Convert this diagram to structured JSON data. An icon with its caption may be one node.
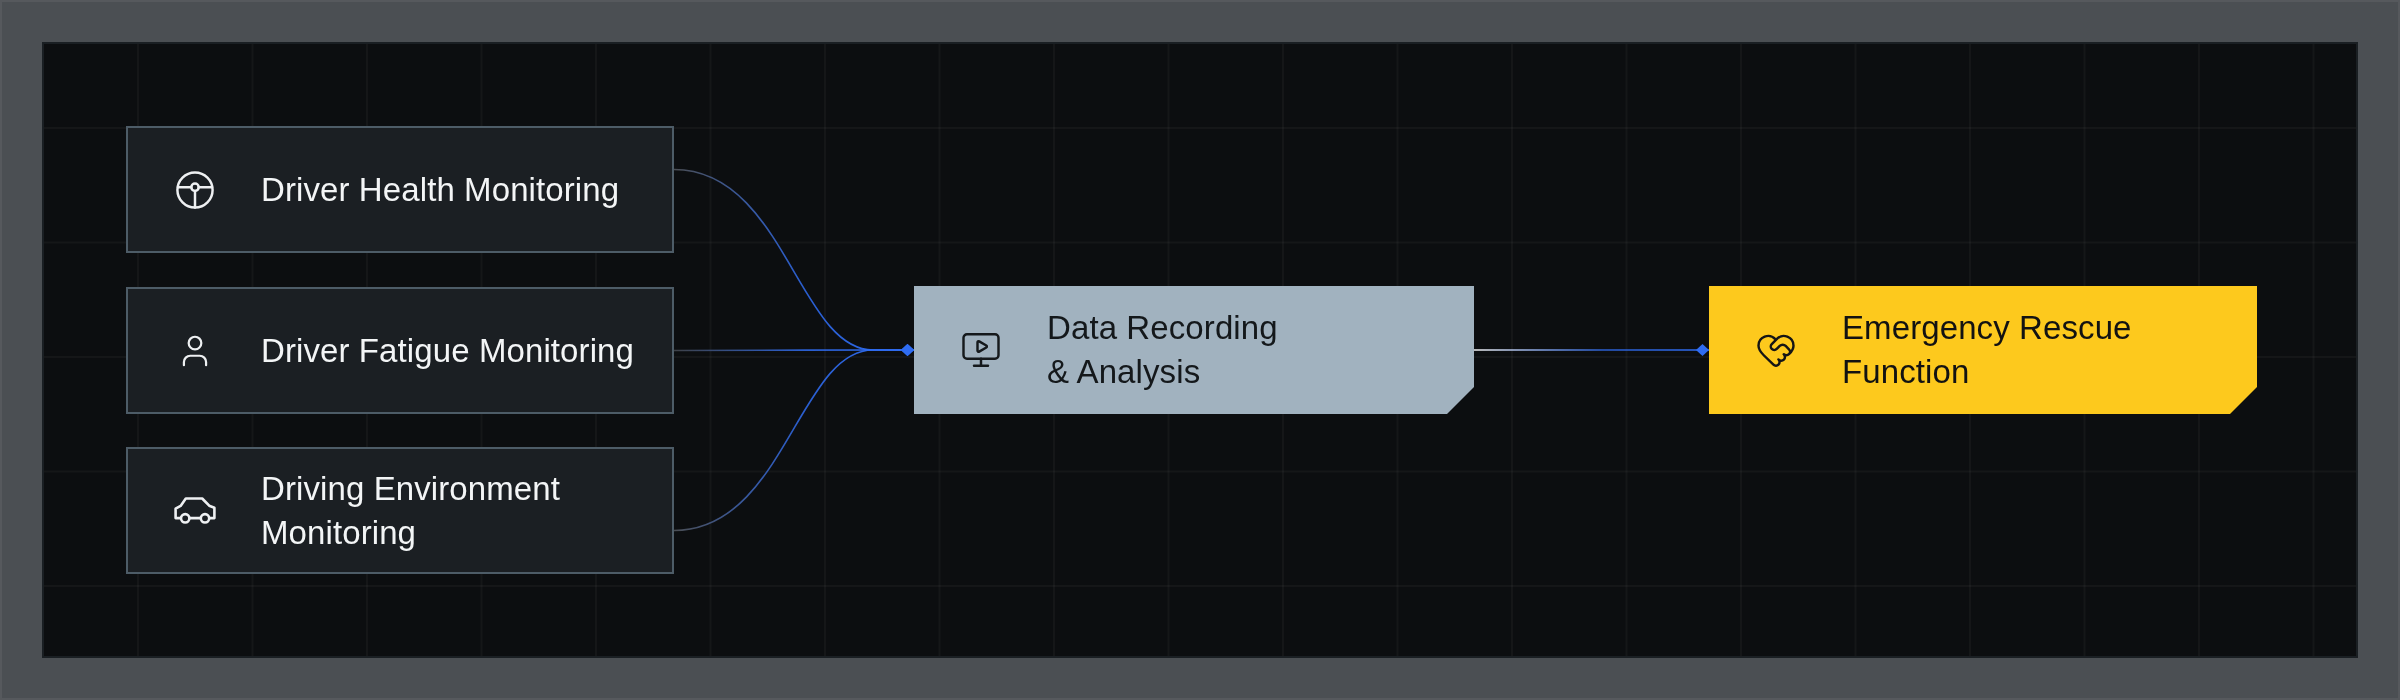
{
  "diagram": {
    "nodes": [
      {
        "text": [
          "Driver Health Monitoring"
        ]
      },
      {
        "text": [
          "Driver Fatigue Monitoring"
        ]
      },
      {
        "text": [
          "Driving Environment Monitoring"
        ]
      },
      {
        "text": [
          "Data Recording & Analysis"
        ]
      },
      {
        "text": [
          "Emergency Rescue Function"
        ]
      }
    ],
    "edges": [
      {
        "from": 0,
        "to": 3,
        "arrow": "other"
      },
      {
        "from": 1,
        "to": 3,
        "arrow": "other"
      },
      {
        "from": 2,
        "to": 3,
        "arrow": "other"
      },
      {
        "from": 3,
        "to": 4,
        "arrow": "other"
      }
    ]
  }
}
